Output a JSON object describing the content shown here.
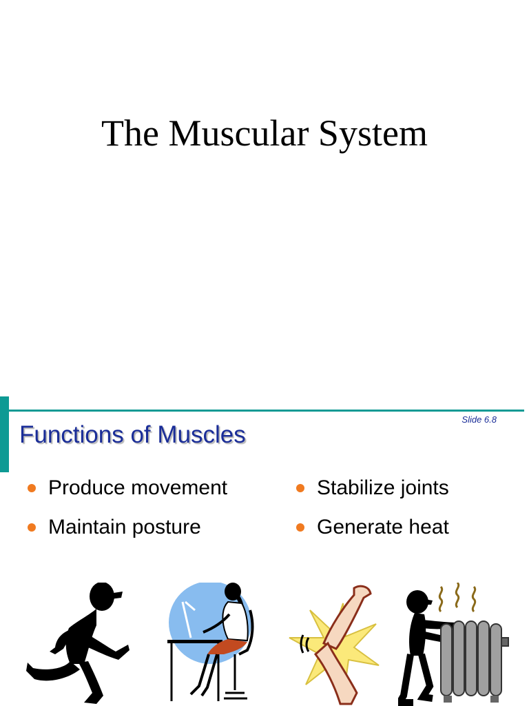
{
  "title": "The Muscular System",
  "slide": {
    "heading": "Functions of Muscles",
    "slide_number": "Slide 6.8",
    "bullets": [
      "Produce movement",
      "Stabilize joints",
      "Maintain posture",
      "Generate heat"
    ],
    "accent_color": "#0e9a94",
    "heading_color": "#1a2d98",
    "bullet_color": "#f07a20",
    "images": [
      "running-figure",
      "woman-at-desk",
      "bent-elbow-joint",
      "figure-warming-at-radiator"
    ]
  }
}
